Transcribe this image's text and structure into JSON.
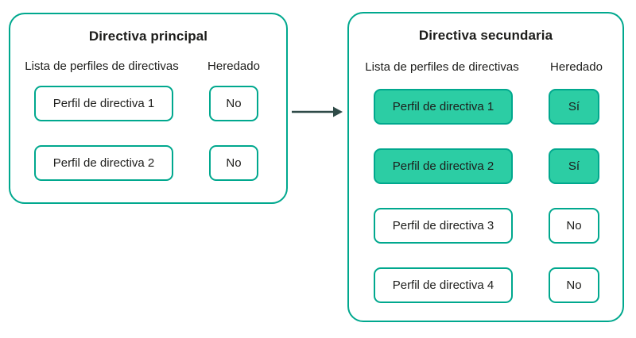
{
  "diagram": {
    "colors": {
      "outline": "#00A88E",
      "highlight_fill": "#2CCDA4",
      "arrow": "#2F4B48",
      "text": "#1D1D1B",
      "background": "#FFFFFF"
    },
    "primary": {
      "title": "Directiva principal",
      "profiles_header": "Lista de perfiles de directivas",
      "inherited_header": "Heredado",
      "rows": [
        {
          "profile": "Perfil de directiva 1",
          "inherited": "No",
          "highlighted": false
        },
        {
          "profile": "Perfil de directiva 2",
          "inherited": "No",
          "highlighted": false
        }
      ]
    },
    "secondary": {
      "title": "Directiva secundaria",
      "profiles_header": "Lista de perfiles de directivas",
      "inherited_header": "Heredado",
      "rows": [
        {
          "profile": "Perfil de directiva 1",
          "inherited": "Sí",
          "highlighted": true
        },
        {
          "profile": "Perfil de directiva 2",
          "inherited": "Sí",
          "highlighted": true
        },
        {
          "profile": "Perfil de directiva 3",
          "inherited": "No",
          "highlighted": false
        },
        {
          "profile": "Perfil de directiva 4",
          "inherited": "No",
          "highlighted": false
        }
      ]
    }
  }
}
